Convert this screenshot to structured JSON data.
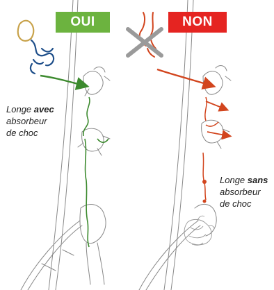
{
  "labels": {
    "yes": "OUI",
    "no": "NON"
  },
  "captions": {
    "with_absorber": {
      "line1_prefix": "Longe ",
      "line1_bold": "avec",
      "line2": "absorbeur",
      "line3": "de choc"
    },
    "without_absorber": {
      "line1_prefix": "Longe ",
      "line1_bold": "sans",
      "line2": "absorbeur",
      "line3": "de choc"
    }
  },
  "colors": {
    "yes_badge": "#6cb33f",
    "no_badge": "#e52421",
    "yes_arrow": "#3c8a2e",
    "no_arrow": "#d2451e",
    "cross": "#9a9a9a",
    "sketch": "#777777"
  },
  "icons": {
    "cross": "x-mark-icon",
    "arrow": "arrow-right-icon"
  }
}
